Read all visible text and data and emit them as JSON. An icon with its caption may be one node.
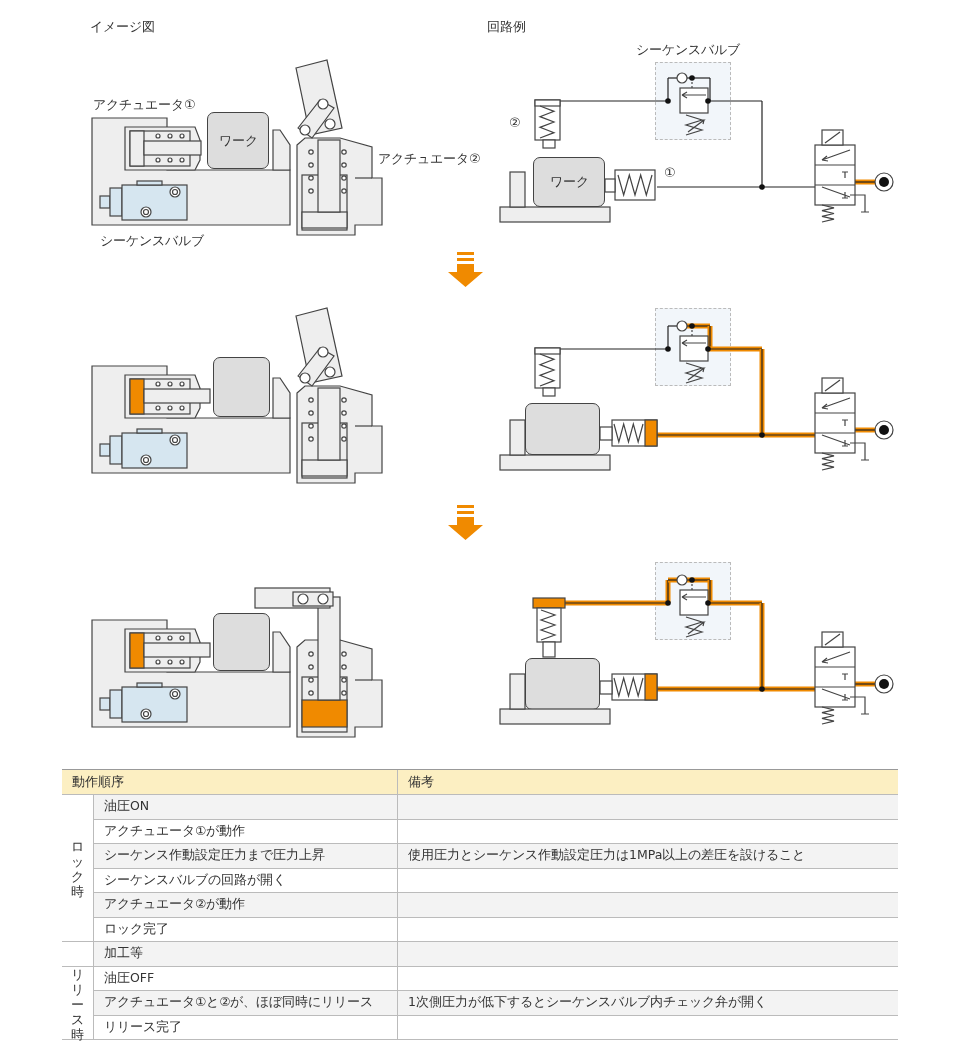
{
  "diagram": {
    "nodes": [
      {
        "text": [
          "ワーク"
        ]
      },
      {
        "text": [
          "シーケンスバルブ"
        ]
      },
      {
        "text": [
          "ワーク"
        ]
      },
      {
        "text": [],
        "shape": "box"
      },
      {
        "text": [],
        "shape": "box"
      },
      {
        "text": [],
        "shape": "box"
      },
      {
        "text": [],
        "shape": "box"
      },
      {
        "text": [],
        "shape": "box"
      },
      {
        "text": [],
        "shape": "box"
      }
    ],
    "labels": [
      "イメージ図",
      "回路例",
      "アクチュエータ①",
      "②",
      "アクチュエータ②",
      "①",
      "シーケンスバルブ",
      "動作順序",
      "備考",
      "ロック時",
      "油圧ON",
      "アクチュエータ①が動作",
      "シーケンス作動設定圧力まで圧力上昇",
      "使用圧力とシーケンス作動設定圧力は1MPa以上の差圧を設けること",
      "シーケンスバルブの回路が開く",
      "アクチュエータ②が動作",
      "ロック完了",
      "加工等",
      "リリース時",
      "油圧OFF",
      "アクチュエータ①と②が、ほぼ同時にリリース",
      "1次側圧力が低下するとシーケンスバルブ内チェック弁が開く",
      "リリース完了"
    ]
  }
}
